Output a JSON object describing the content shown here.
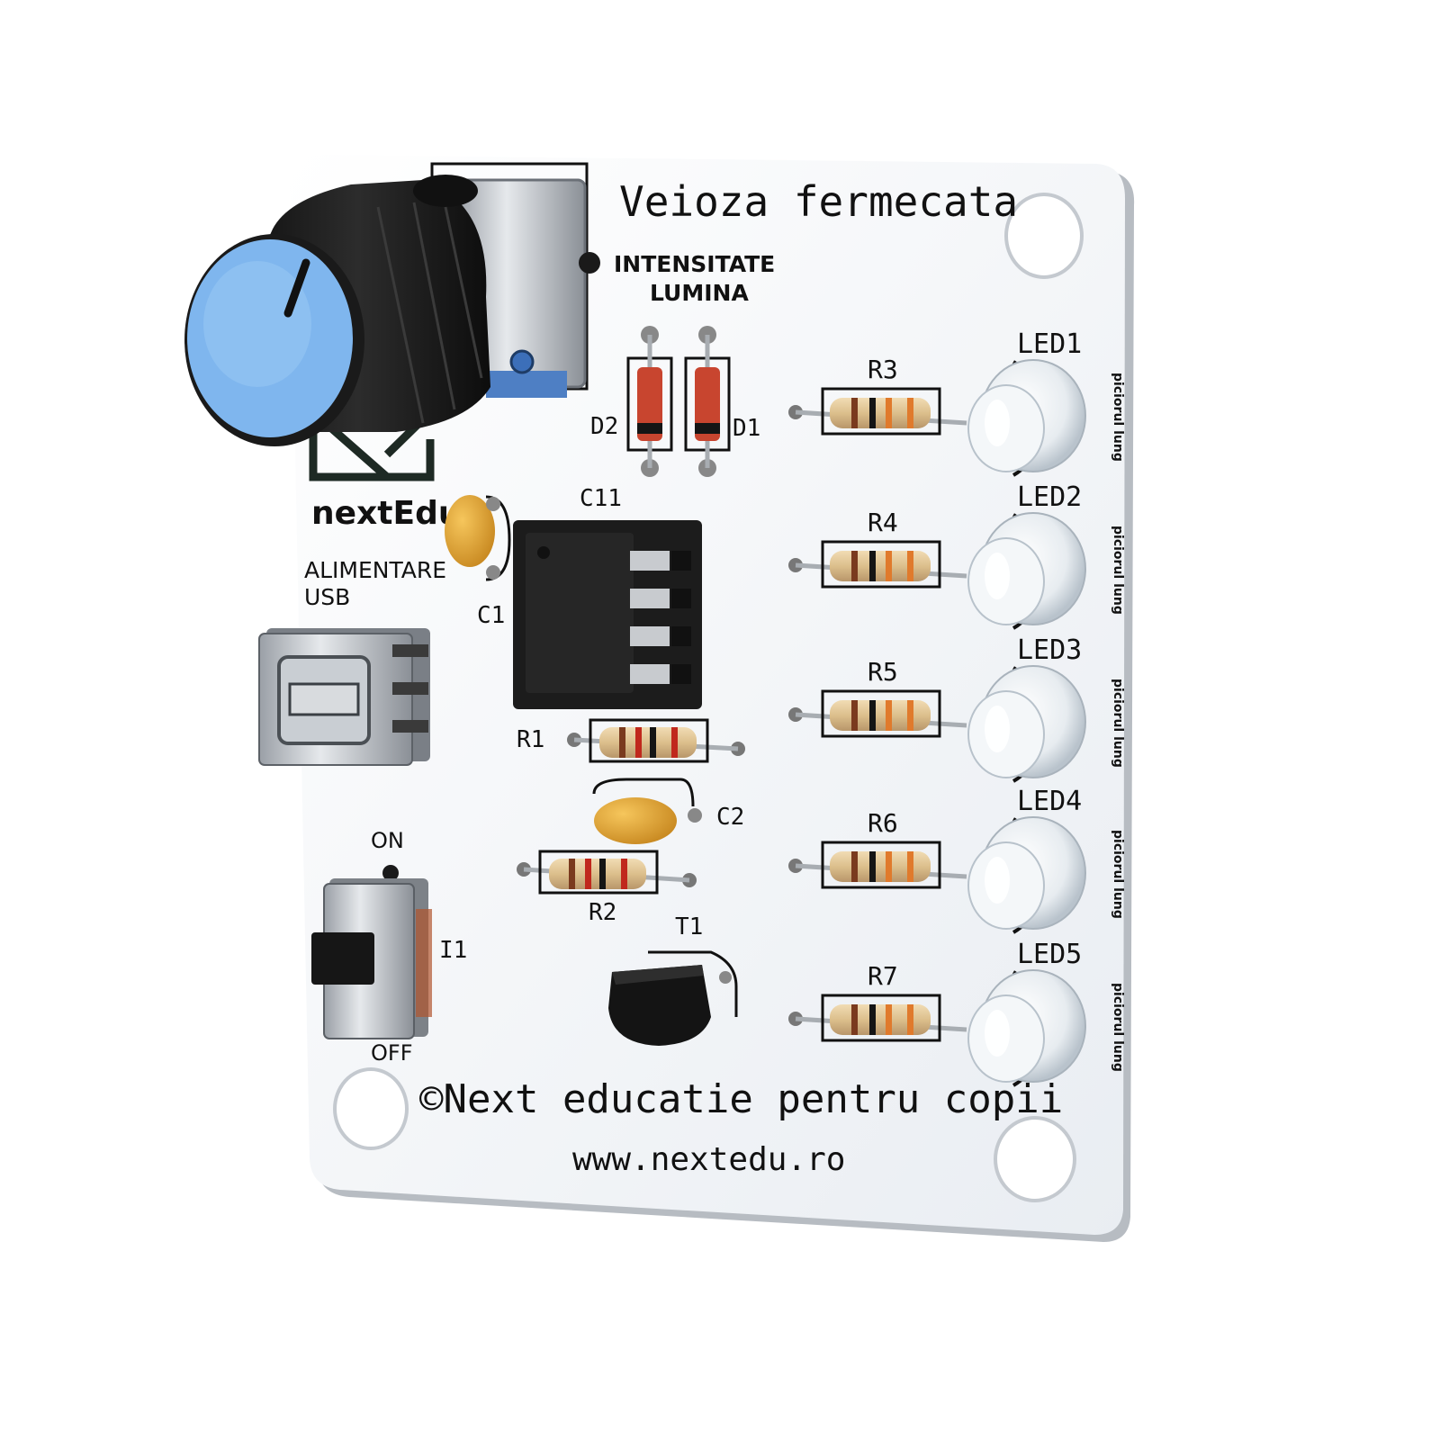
{
  "board": {
    "title": "Veioza fermecata",
    "knob_label_line1": "INTENSITATE",
    "knob_label_line2": "LUMINA",
    "logo_text": "nextEdu",
    "usb_label_line1": "ALIMENTARE",
    "usb_label_line2": "USB",
    "switch_on": "ON",
    "switch_off": "OFF",
    "switch_ref": "I1",
    "copyright": "©Next educatie pentru copii",
    "website": "www.nextedu.ro",
    "ic_ref": "C11",
    "transistor_ref": "T1",
    "diodes": [
      "D2",
      "D1"
    ],
    "capacitors": [
      "C1",
      "C2"
    ],
    "resistors_left": [
      "R1",
      "R2"
    ],
    "resistors_right": [
      "R3",
      "R4",
      "R5",
      "R6",
      "R7"
    ],
    "leds": [
      "LED1",
      "LED2",
      "LED3",
      "LED4",
      "LED5"
    ],
    "led_pin_note": "piciorul lung"
  },
  "colors": {
    "pcb": "#f2f4f7",
    "silkscreen": "#111111",
    "knob_cap": "#7fb6ee",
    "knob_body": "#1a1a1a",
    "capacitor": "#e6a83a",
    "resistor_body": "#e3c99c"
  }
}
